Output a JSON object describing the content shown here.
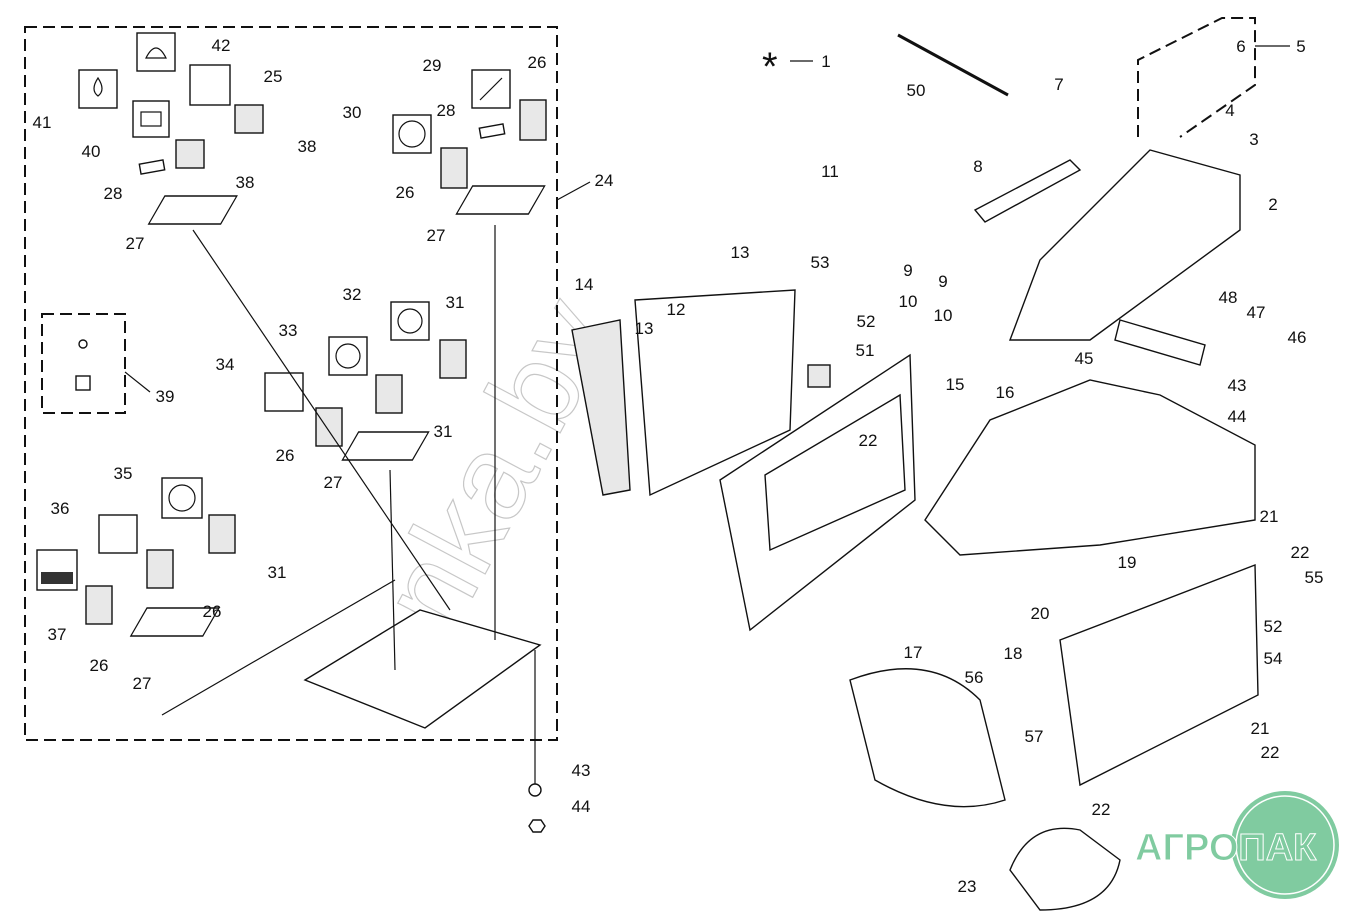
{
  "diagram": {
    "callouts": [
      "42",
      "25",
      "41",
      "40",
      "28",
      "38",
      "38",
      "27",
      "29",
      "26",
      "28",
      "30",
      "26",
      "27",
      "24",
      "32",
      "31",
      "33",
      "34",
      "31",
      "26",
      "27",
      "39",
      "35",
      "36",
      "31",
      "26",
      "37",
      "26",
      "27",
      "43",
      "44",
      "1",
      "50",
      "7",
      "6",
      "5",
      "4",
      "3",
      "8",
      "11",
      "2",
      "13",
      "14",
      "53",
      "9",
      "9",
      "12",
      "13",
      "10",
      "10",
      "52",
      "48",
      "47",
      "46",
      "45",
      "51",
      "15",
      "16",
      "43",
      "44",
      "22",
      "21",
      "19",
      "22",
      "55",
      "20",
      "52",
      "17",
      "18",
      "54",
      "56",
      "57",
      "21",
      "22",
      "22",
      "23"
    ],
    "asterisk": "*",
    "icons": [
      "coolant-temperature-icon",
      "oil-pressure-icon",
      "battery-icon",
      "steering-wheel-icon",
      "wrench-icon",
      "traction-control-icon",
      "parking-brake-icon",
      "hitch-icon",
      "implement-icon"
    ],
    "watermark": "nka.by",
    "logo": "АГРОПАК",
    "colors": {
      "line": "#111111",
      "logo_green": "#80cba0"
    }
  }
}
